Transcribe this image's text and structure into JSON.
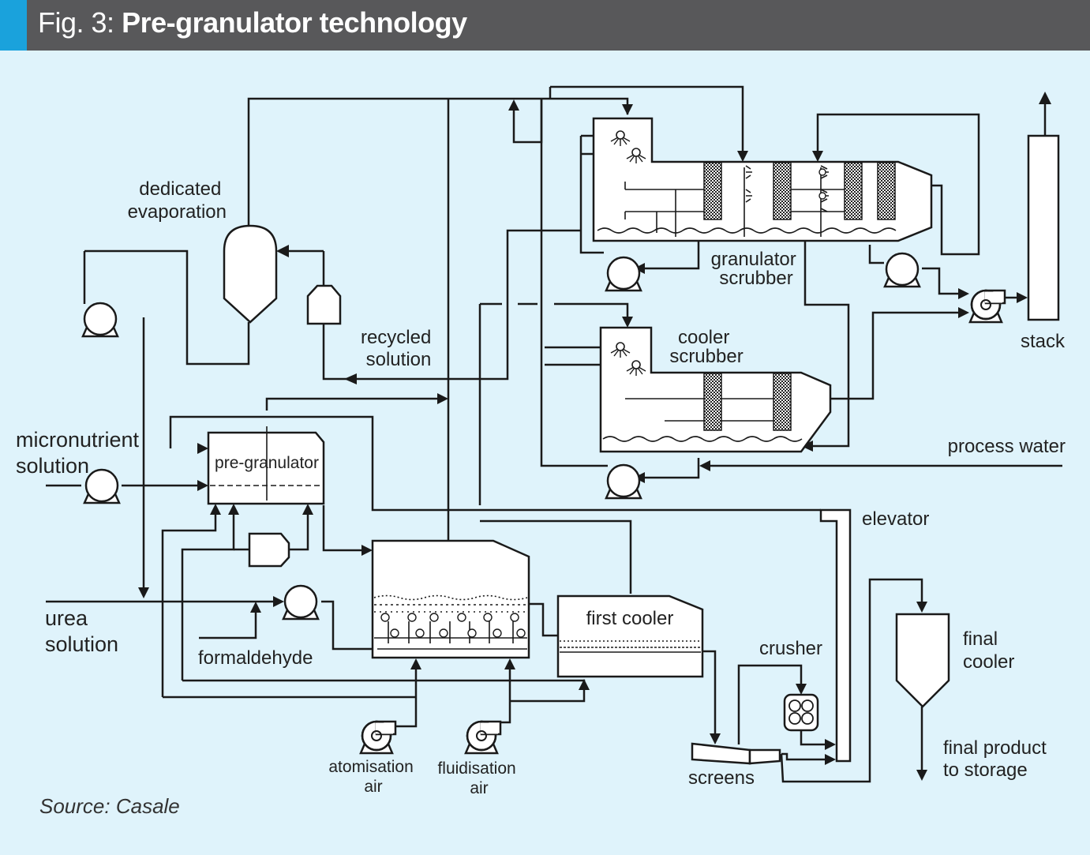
{
  "header": {
    "fig_label": "Fig. 3:",
    "title": "Pre-granulator technology",
    "accent_color": "#1aa2dc",
    "bar_color": "#58585a"
  },
  "background_color": "#dff3fb",
  "labels": {
    "dedicated_evaporation": [
      "dedicated",
      "evaporation"
    ],
    "recycled_solution": [
      "recycled",
      "solution"
    ],
    "granulator_scrubber": [
      "granulator",
      "scrubber"
    ],
    "cooler_scrubber": [
      "cooler",
      "scrubber"
    ],
    "stack": "stack",
    "process_water": "process water",
    "micronutrient_solution": [
      "micronutrient",
      "solution"
    ],
    "pre_granulator": "pre-granulator",
    "elevator": "elevator",
    "urea_solution": [
      "urea",
      "solution"
    ],
    "formaldehyde": "formaldehyde",
    "first_cooler": "first cooler",
    "crusher": "crusher",
    "final_cooler": [
      "final",
      "cooler"
    ],
    "final_product": [
      "final product",
      "to storage"
    ],
    "screens": "screens",
    "atomisation_air": [
      "atomisation",
      "air"
    ],
    "fluidisation_air": [
      "fluidisation",
      "air"
    ]
  },
  "source": "Source: Casale"
}
